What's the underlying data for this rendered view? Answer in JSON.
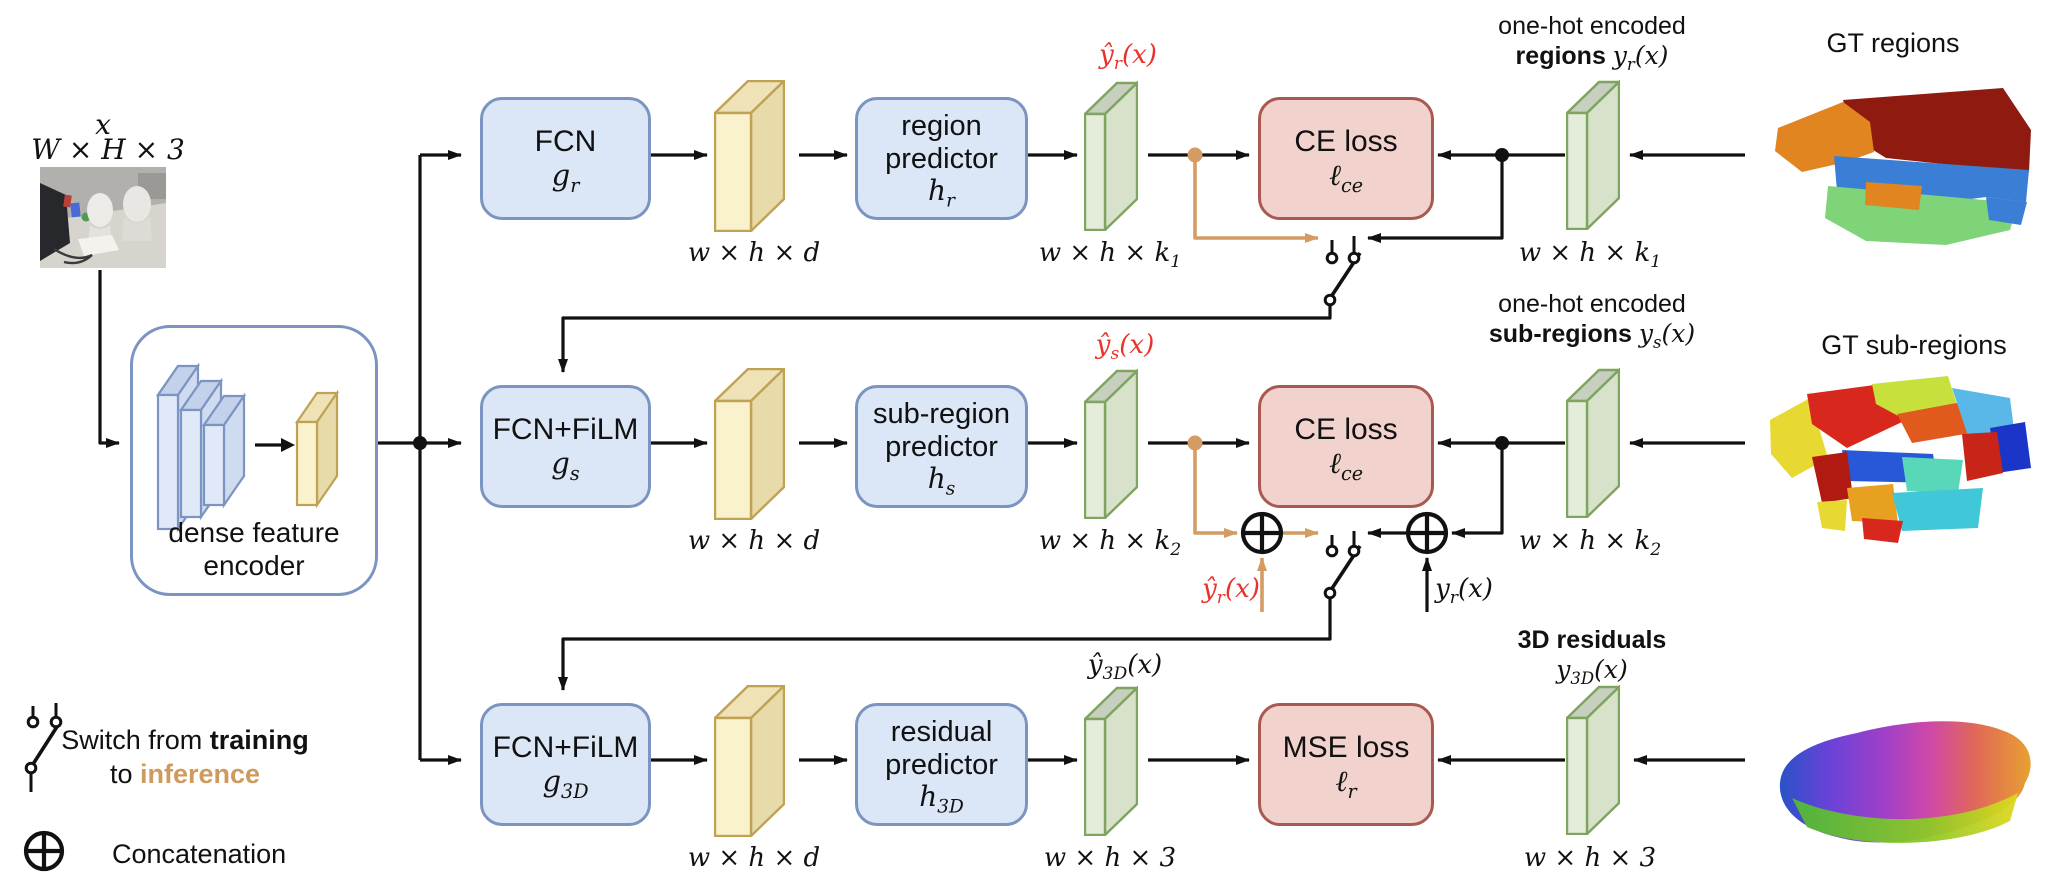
{
  "figure": {
    "type": "architecture-diagram",
    "topic": "hierarchical coordinate regression network"
  },
  "colors": {
    "line_black": "#111111",
    "inference_orange": "#d49c63",
    "pred_label_red": "#e8332b",
    "blue_box_fill": "#dbe6f6",
    "blue_box_border": "#7b94c1",
    "loss_box_fill": "#f2d2cc",
    "loss_box_border": "#a85a52",
    "yellow_volume": "#faf1cd",
    "green_volume": "#e4ecda"
  },
  "input": {
    "var_html": "x",
    "dims_html": "W × H × 3"
  },
  "encoder": {
    "label_line1": "dense feature",
    "label_line2": "encoder"
  },
  "legend": {
    "switch_line1_html": "Switch from <b>training</b>",
    "switch_line2_html": "to <span class='inf'>inference</span>",
    "concat_label": "Concatenation"
  },
  "rows": [
    {
      "backbone": {
        "line1": "FCN",
        "math_html": "g<sub>r</sub>"
      },
      "feat_dims_html": "w × h × d",
      "predictor": {
        "line1": "region",
        "line2": "predictor",
        "math_html": "h<sub>r</sub>"
      },
      "pred_label_html": "ŷ<sub>r</sub>(x)",
      "pred_dims_html": "w × h × k<sub>1</sub>",
      "loss": {
        "line1": "CE loss",
        "math_html": "ℓ<sub>ce</sub>"
      },
      "gt_label_line1": "one-hot encoded",
      "gt_label_line2_html": "<b>regions</b> <span class='math'>y<sub>r</sub>(x)</span>",
      "gt_dims_html": "w × h × k<sub>1</sub>",
      "gt_image_title": "GT regions"
    },
    {
      "backbone": {
        "line1": "FCN+FiLM",
        "math_html": "g<sub>s</sub>"
      },
      "feat_dims_html": "w × h × d",
      "predictor": {
        "line1": "sub-region",
        "line2": "predictor",
        "math_html": "h<sub>s</sub>"
      },
      "pred_label_html": "ŷ<sub>s</sub>(x)",
      "pred_dims_html": "w × h × k<sub>2</sub>",
      "loss": {
        "line1": "CE loss",
        "math_html": "ℓ<sub>ce</sub>"
      },
      "gt_label_line1": "one-hot encoded",
      "gt_label_line2_html": "<b>sub-regions</b> <span class='math'>y<sub>s</sub>(x)</span>",
      "gt_dims_html": "w × h × k<sub>2</sub>",
      "gt_image_title": "GT sub-regions",
      "concat_pred_label_html": "ŷ<sub>r</sub>(x)",
      "concat_gt_label_html": "y<sub>r</sub>(x)"
    },
    {
      "backbone": {
        "line1": "FCN+FiLM",
        "math_html": "g<sub>3D</sub>"
      },
      "feat_dims_html": "w × h × d",
      "predictor": {
        "line1": "residual",
        "line2": "predictor",
        "math_html": "h<sub>3D</sub>"
      },
      "pred_label_html": "ŷ<sub>3D</sub>(x)",
      "pred_dims_html": "w × h × 3",
      "loss": {
        "line1": "MSE loss",
        "math_html": "ℓ<sub>r</sub>"
      },
      "gt_label_line1": "3D residuals",
      "gt_label_line2_html": "<span class='math'>y<sub>3D</sub>(x)</span>",
      "gt_dims_html": "w × h × 3",
      "gt_image_title": ""
    }
  ]
}
